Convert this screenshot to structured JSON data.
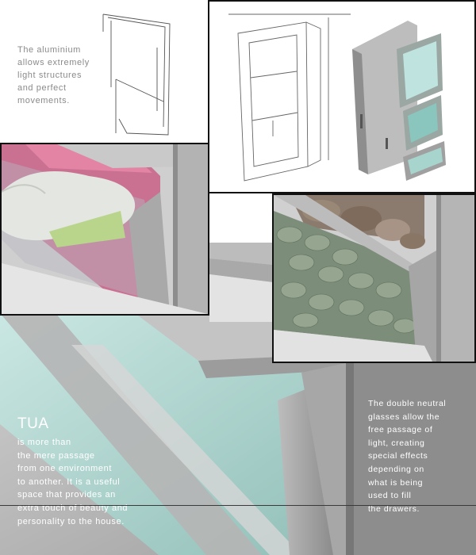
{
  "captions": {
    "aluminium": [
      "The aluminium",
      "allows extremely",
      "light structures",
      "and perfect",
      "movements."
    ],
    "tua_title": "TUA",
    "tua_text": [
      "is more than",
      "the mere passage",
      "from one environment",
      "to another. It is a useful",
      "space that provides an",
      "extra touch of beauty and",
      "personality to the house."
    ],
    "glasses": [
      "The double neutral",
      "glasses allow the",
      "free passage of",
      "light, creating",
      "special effects",
      "depending on",
      "what is being",
      "used to fill",
      "the drawers."
    ]
  },
  "colors": {
    "caption_grey": "#8a8a8a",
    "caption_white": "#ffffff",
    "aluminium": "#b9b9b9",
    "glass": "#a7d4cd",
    "stone": "#7c8d7a",
    "flowers": "#c8517d",
    "frame_border": "#111111"
  }
}
